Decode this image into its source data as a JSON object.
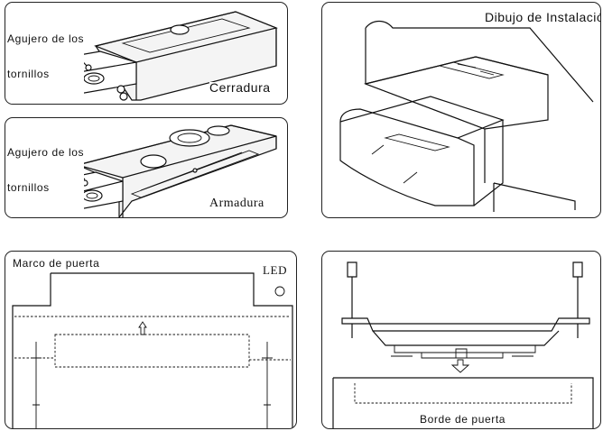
{
  "panel_lock": {
    "holes_label_line1": "Agujero de los",
    "holes_label_line2": "tornillos",
    "name": "Cerradura"
  },
  "panel_frame": {
    "holes_label_line1": "Agujero de los",
    "holes_label_line2": "tornillos",
    "name": "Armadura"
  },
  "panel_install": {
    "title": "Dibujo de Instalación"
  },
  "panel_doorframe": {
    "title": "Marco de puerta",
    "led": "LED"
  },
  "panel_dooredge": {
    "title": "Borde de puerta"
  }
}
